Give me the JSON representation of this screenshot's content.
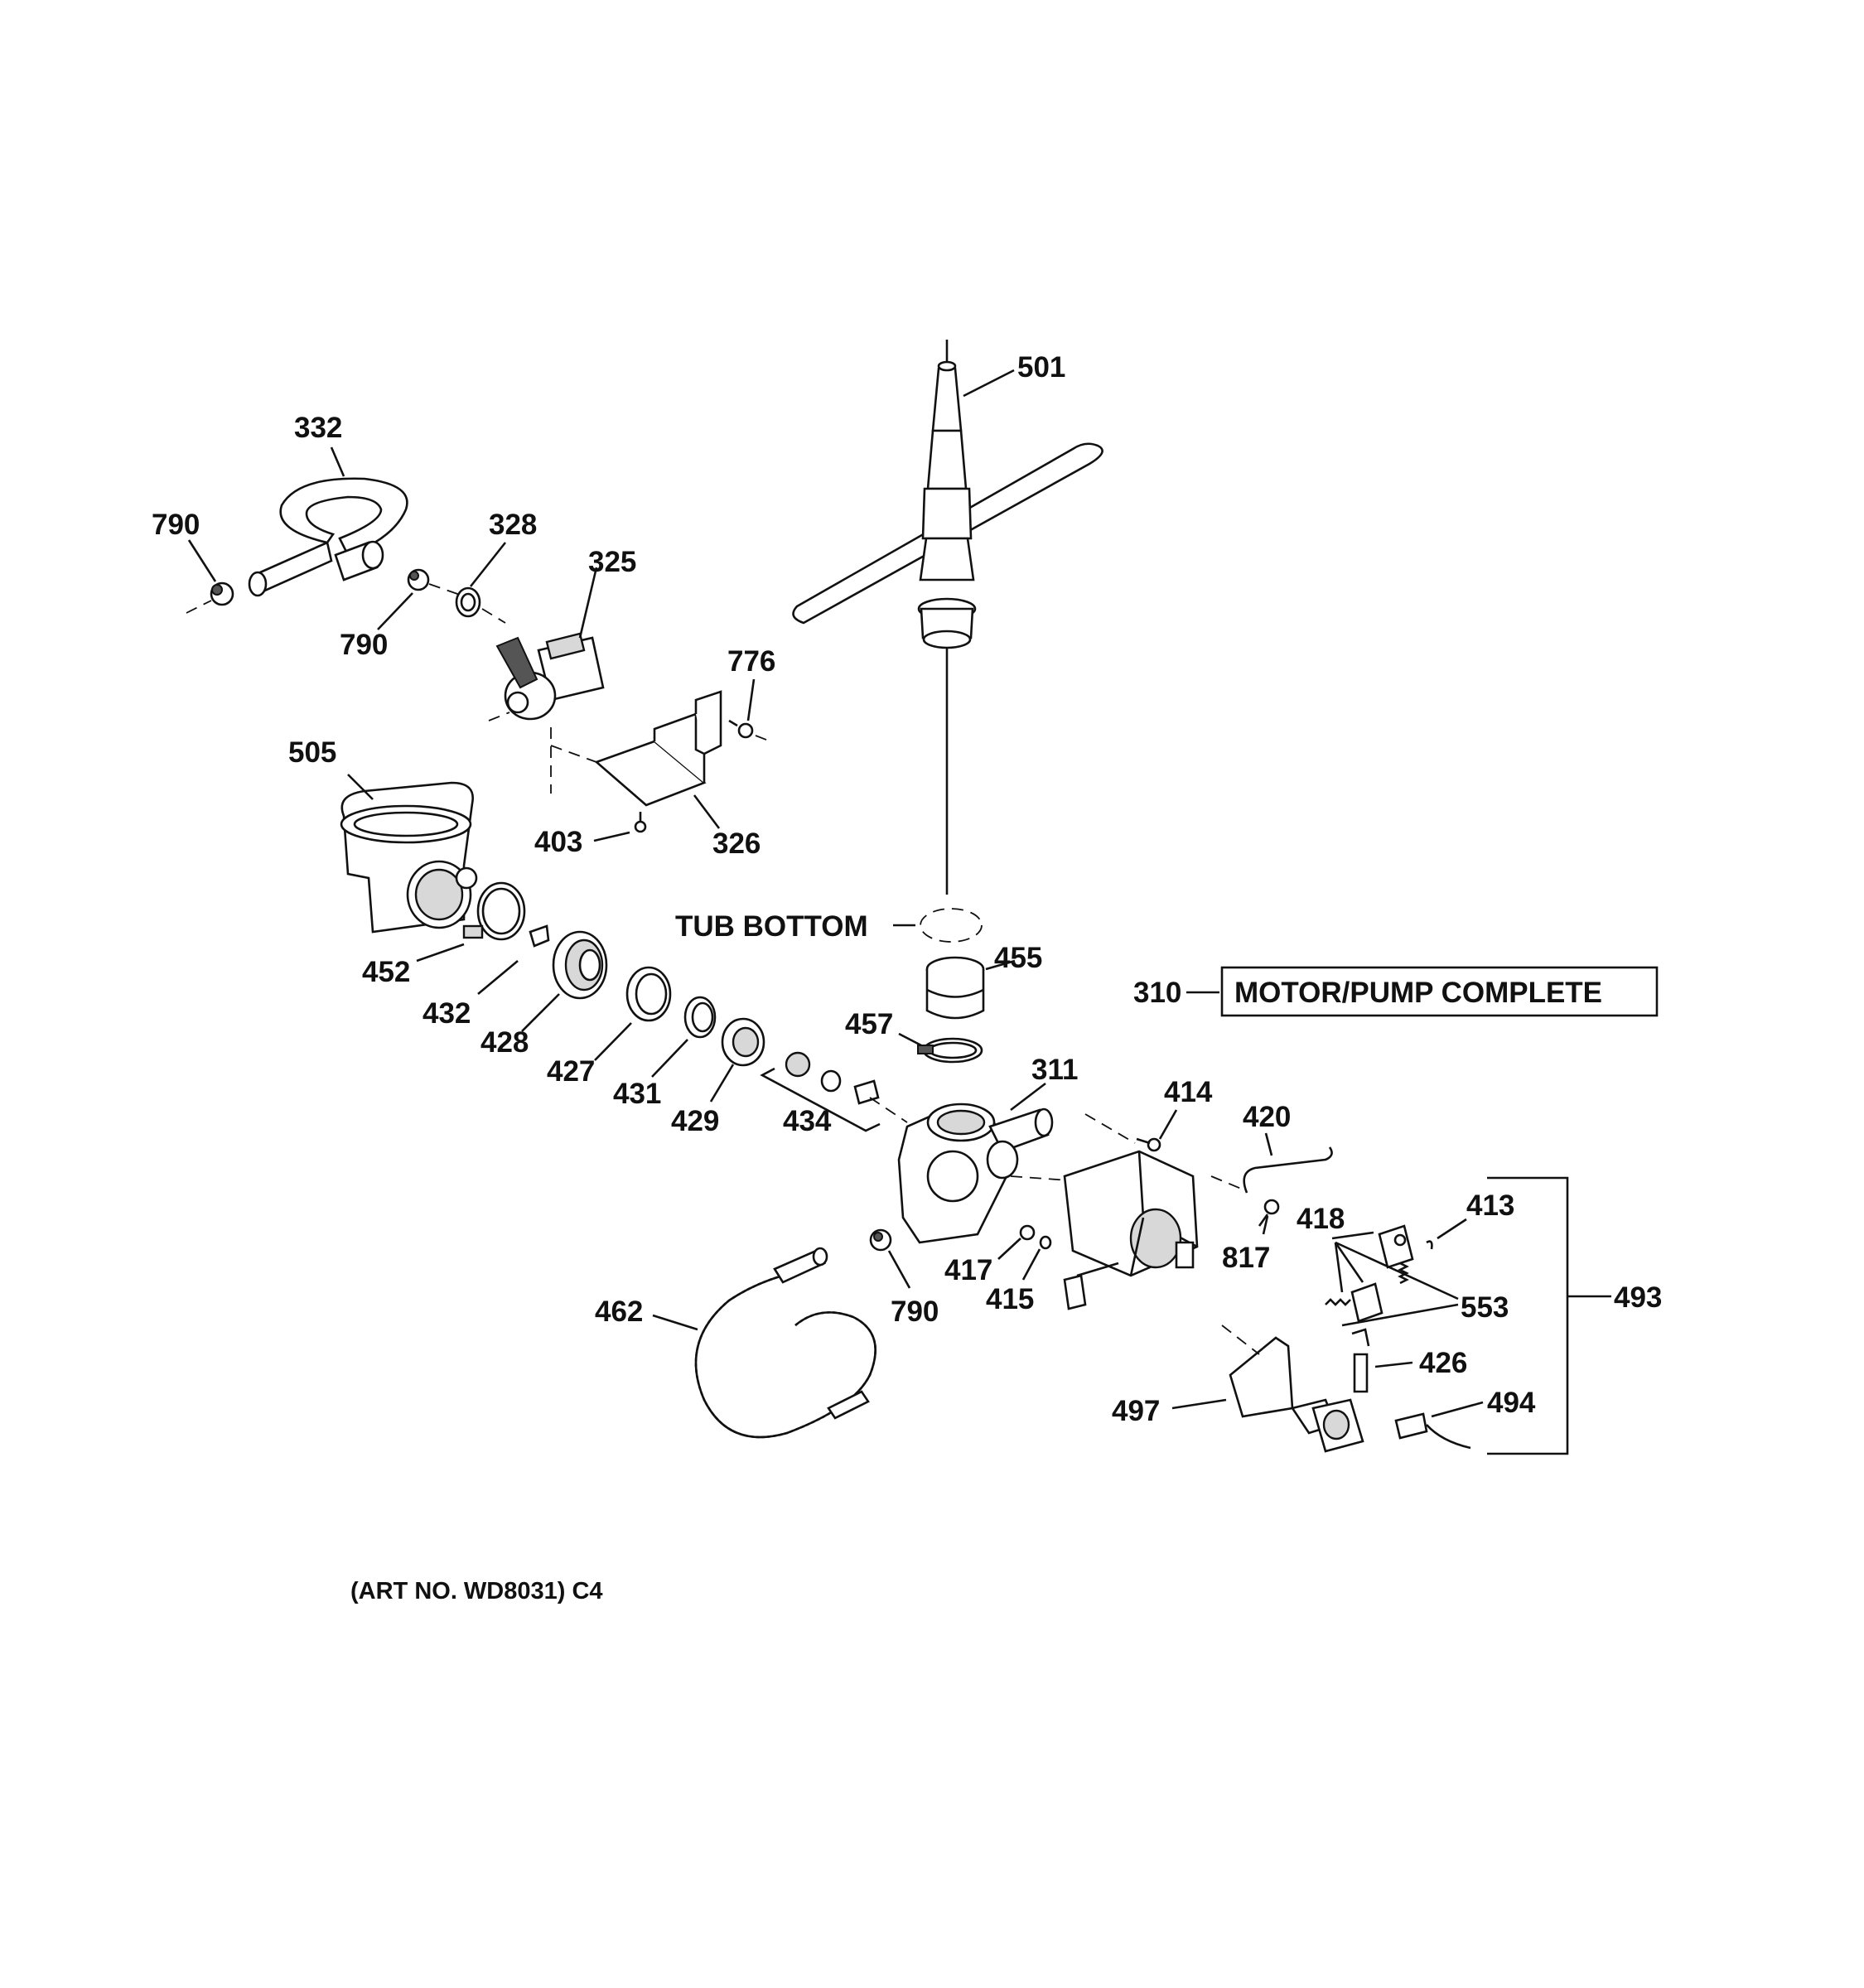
{
  "labels": {
    "p501": "501",
    "p332": "332",
    "p790a": "790",
    "p328": "328",
    "p325": "325",
    "p790b": "790",
    "p776": "776",
    "p505": "505",
    "p403": "403",
    "p326": "326",
    "tub_bottom": "TUB BOTTOM",
    "p455": "455",
    "p310": "310",
    "motor_pump_complete": "MOTOR/PUMP COMPLETE",
    "p452": "452",
    "p432": "432",
    "p428": "428",
    "p427": "427",
    "p431": "431",
    "p429": "429",
    "p434": "434",
    "p457": "457",
    "p311": "311",
    "p414": "414",
    "p420": "420",
    "p413": "413",
    "p418": "418",
    "p817": "817",
    "p417": "417",
    "p415": "415",
    "p790c": "790",
    "p553": "553",
    "p493": "493",
    "p462": "462",
    "p426": "426",
    "p497": "497",
    "p494": "494",
    "art_no": "(ART NO. WD8031) C4"
  }
}
